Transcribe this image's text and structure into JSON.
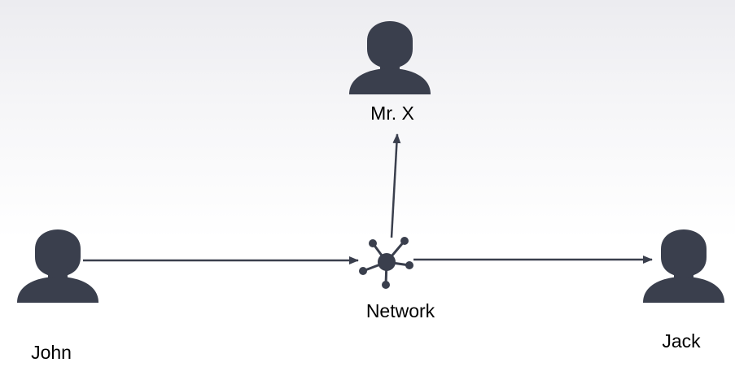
{
  "diagram": {
    "nodes": {
      "mr_x": {
        "label": "Mr. X",
        "icon": "person-icon"
      },
      "john": {
        "label": "John",
        "icon": "person-icon"
      },
      "jack": {
        "label": "Jack",
        "icon": "person-icon"
      },
      "network": {
        "label": "Network",
        "icon": "network-hub-icon"
      }
    },
    "edges": [
      {
        "from": "John",
        "to": "Network"
      },
      {
        "from": "Network",
        "to": "Jack"
      },
      {
        "from": "Network",
        "to": "Mr. X"
      }
    ],
    "colors": {
      "icon": "#3a3f4d",
      "edge": "#3a3f4d",
      "label": "#000000"
    }
  }
}
